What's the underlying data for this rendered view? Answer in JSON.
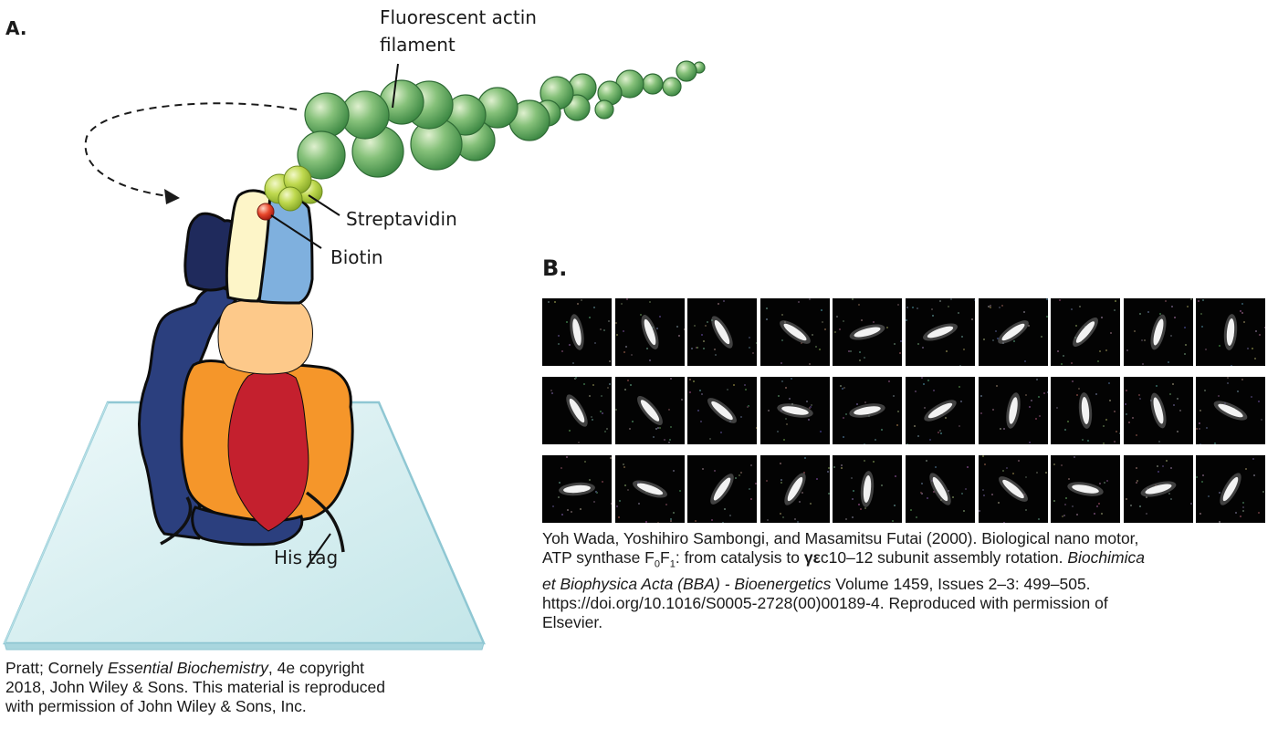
{
  "panel_a": {
    "letter": "A.",
    "labels": {
      "filament_line1": "Fluorescent actin",
      "filament_line2": "filament",
      "streptavidin": "Streptavidin",
      "biotin": "Biotin",
      "his_tag": "His tag"
    },
    "credit": {
      "part1": "Pratt; Cornely ",
      "title": "Essential Biochemistry",
      "part2": ", 4e copyright",
      "line2": "2018, John Wiley & Sons. This material is reproduced",
      "line3": "with permission of John Wiley & Sons, Inc."
    },
    "colors": {
      "actin": "#5aa35a",
      "streptavidin": "#b5d34a",
      "biotin": "#e0422a",
      "alpha_beta": "#f5962a",
      "gamma": "#c4202e",
      "stator_dark": "#2b3f7e",
      "stator_navy": "#1f2a5c",
      "epsilon_pale": "#fdf5c8",
      "subunit_blue": "#7fb0de",
      "delta_peach": "#fdc98a",
      "glass": "#dff2f3"
    }
  },
  "panel_b": {
    "letter": "B.",
    "frame_grid": {
      "rows": 3,
      "cols": 10
    },
    "citation": {
      "l1": "Yoh Wada, Yoshihiro Sambongi, and Masamitsu Futai (2000). Biological nano motor,",
      "l2a": "ATP synthase F",
      "sub0": "0",
      "l2b": "F",
      "sub1": "1",
      "l2c": ": from catalysis to ",
      "greek": "γε",
      "l2d": "c10–12 subunit assembly rotation. ",
      "journal1": "Biochimica",
      "journal2": "et Biophysica Acta (BBA) - Bioenergetics",
      "l3b": " Volume 1459, Issues 2–3: 499–505.",
      "l4": "https://doi.org/10.1016/S0005-2728(00)00189-4. Reproduced with permission of",
      "l5": "Elsevier."
    }
  }
}
